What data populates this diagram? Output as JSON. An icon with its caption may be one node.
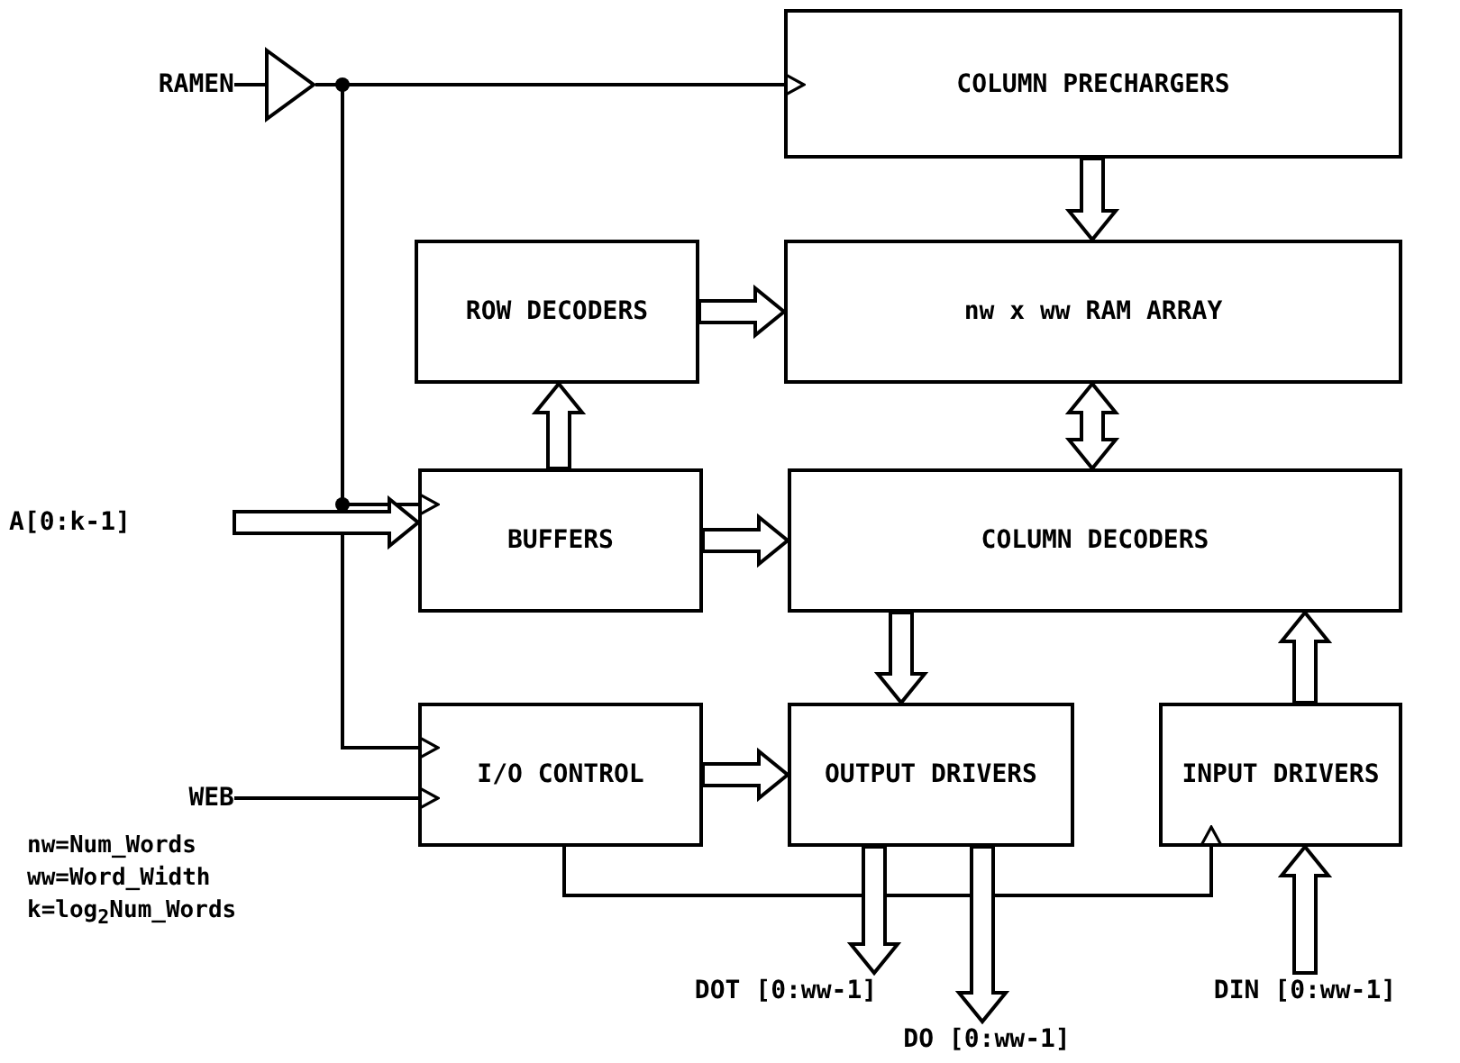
{
  "diagram": {
    "nodes": [
      {
        "text": [
          "RAMEN"
        ]
      },
      {
        "text": [],
        "shape": "triangle"
      },
      {
        "text": [
          "COLUMN PRECHARGERS"
        ]
      },
      {
        "text": [
          "ROW DECODERS"
        ]
      },
      {
        "text": [
          "nw x ww RAM ARRAY"
        ]
      },
      {
        "text": [
          "BUFFERS"
        ]
      },
      {
        "text": [
          "COLUMN DECODERS"
        ]
      },
      {
        "text": [
          "A[0:k-1]"
        ]
      },
      {
        "text": [
          "WEB"
        ]
      },
      {
        "text": [
          "I/O CONTROL"
        ]
      },
      {
        "text": [
          "OUTPUT DRIVERS"
        ]
      },
      {
        "text": [
          "INPUT DRIVERS"
        ]
      },
      {
        "text": [
          "DOT [0:ww-1]"
        ]
      },
      {
        "text": [
          "DO [0:ww-1]"
        ]
      },
      {
        "text": [
          "DIN [0:ww-1]"
        ]
      }
    ],
    "edges": [
      {
        "from": 0,
        "to": 1,
        "arrow": "none"
      },
      {
        "from": 1,
        "to": 2,
        "arrow": "to"
      },
      {
        "from": 1,
        "to": 5,
        "arrow": "to"
      },
      {
        "from": 1,
        "to": 9,
        "arrow": "to"
      },
      {
        "from": 2,
        "to": 4,
        "arrow": "to",
        "style": "thick"
      },
      {
        "from": 3,
        "to": 4,
        "arrow": "to",
        "style": "thick"
      },
      {
        "from": 5,
        "to": 3,
        "arrow": "to",
        "style": "thick"
      },
      {
        "from": 4,
        "to": 6,
        "arrow": "both",
        "style": "thick"
      },
      {
        "from": 5,
        "to": 6,
        "arrow": "to",
        "style": "thick"
      },
      {
        "from": 7,
        "to": 5,
        "arrow": "to",
        "style": "thick"
      },
      {
        "from": 8,
        "to": 9,
        "arrow": "to"
      },
      {
        "from": 9,
        "to": 10,
        "arrow": "to",
        "style": "thick"
      },
      {
        "from": 6,
        "to": 10,
        "arrow": "to",
        "style": "thick"
      },
      {
        "from": 11,
        "to": 6,
        "arrow": "to",
        "style": "thick"
      },
      {
        "from": 9,
        "to": 11,
        "arrow": "to"
      },
      {
        "from": 10,
        "to": 12,
        "arrow": "to",
        "style": "thick"
      },
      {
        "from": 10,
        "to": 13,
        "arrow": "to",
        "style": "thick"
      },
      {
        "from": 14,
        "to": 11,
        "arrow": "to",
        "style": "thick"
      }
    ],
    "labels": [
      "nw=Num_Words",
      "ww=Word_Width",
      "k=log$_{2}$Num_Words"
    ]
  }
}
